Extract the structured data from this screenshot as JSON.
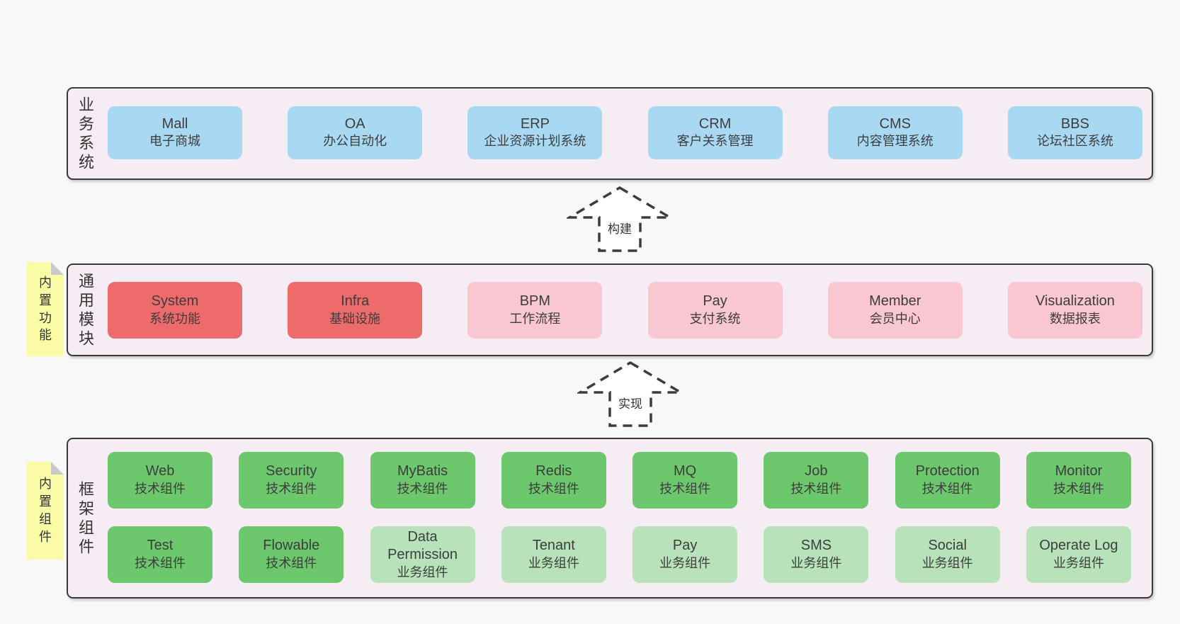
{
  "colors": {
    "page_bg": "#f8f8f8",
    "panel_bg": "#f6ecf4",
    "panel_border": "#3a3a3a",
    "blue_box": "#a9d9f2",
    "red_box": "#ee6b6b",
    "pink_box": "#f9c7d1",
    "green_box": "#6cc76d",
    "light_green_box": "#b8e2b9",
    "sticky_bg": "#fbfba6",
    "sticky_fold": "#c9c9c9",
    "text": "#3d3d3d"
  },
  "arrows": [
    {
      "label": "构建"
    },
    {
      "label": "实现"
    }
  ],
  "layers": [
    {
      "label": "业务系统",
      "boxes": [
        {
          "title": "Mall",
          "subtitle": "电子商城"
        },
        {
          "title": "OA",
          "subtitle": "办公自动化"
        },
        {
          "title": "ERP",
          "subtitle": "企业资源计划系统"
        },
        {
          "title": "CRM",
          "subtitle": "客户关系管理"
        },
        {
          "title": "CMS",
          "subtitle": "内容管理系统"
        },
        {
          "title": "BBS",
          "subtitle": "论坛社区系统"
        }
      ]
    },
    {
      "label": "通用模块",
      "sticky": "内置功能",
      "boxes": [
        {
          "title": "System",
          "subtitle": "系统功能"
        },
        {
          "title": "Infra",
          "subtitle": "基础设施"
        },
        {
          "title": "BPM",
          "subtitle": "工作流程"
        },
        {
          "title": "Pay",
          "subtitle": "支付系统"
        },
        {
          "title": "Member",
          "subtitle": "会员中心"
        },
        {
          "title": "Visualization",
          "subtitle": "数据报表"
        }
      ]
    },
    {
      "label": "框架组件",
      "sticky": "内置组件",
      "rows": [
        {
          "boxes": [
            {
              "title": "Web",
              "subtitle": "技术组件"
            },
            {
              "title": "Security",
              "subtitle": "技术组件"
            },
            {
              "title": "MyBatis",
              "subtitle": "技术组件"
            },
            {
              "title": "Redis",
              "subtitle": "技术组件"
            },
            {
              "title": "MQ",
              "subtitle": "技术组件"
            },
            {
              "title": "Job",
              "subtitle": "技术组件"
            },
            {
              "title": "Protection",
              "subtitle": "技术组件"
            },
            {
              "title": "Monitor",
              "subtitle": "技术组件"
            }
          ]
        },
        {
          "boxes": [
            {
              "title": "Test",
              "subtitle": "技术组件"
            },
            {
              "title": "Flowable",
              "subtitle": "技术组件"
            },
            {
              "title": "Data Permission",
              "subtitle": "业务组件"
            },
            {
              "title": "Tenant",
              "subtitle": "业务组件"
            },
            {
              "title": "Pay",
              "subtitle": "业务组件"
            },
            {
              "title": "SMS",
              "subtitle": "业务组件"
            },
            {
              "title": "Social",
              "subtitle": "业务组件"
            },
            {
              "title": "Operate Log",
              "subtitle": "业务组件"
            }
          ]
        }
      ]
    }
  ]
}
